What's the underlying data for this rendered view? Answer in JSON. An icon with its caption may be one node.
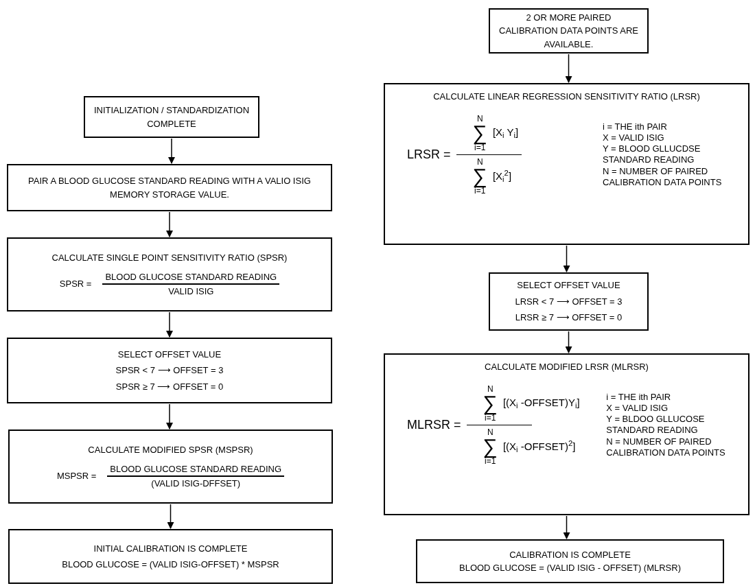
{
  "diagram": {
    "nodes": [
      {
        "text": [
          "INITIALIZATION / STANDARDIZATION COMPLETE"
        ]
      },
      {
        "text": [
          "PAIR A BLOOD GLUCOSE STANDARD READING WITH A VALIO ISIG MEMORY STORAGE VALUE."
        ]
      },
      {
        "text": [
          "CALCULATE SINGLE POINT SENSITIVITY RATIO (SPSR)",
          "SPSR =",
          "BLOOD GLUCOSE STANDARD READING",
          "VALID ISIG"
        ]
      },
      {
        "text": [
          "SELECT OFFSET VALUE",
          "SPSR < 7 ⟶ OFFSET = 3",
          "SPSR ≥ 7 ⟶ OFFSET = 0"
        ]
      },
      {
        "text": [
          "CALCULATE MODIFIED SPSR (MSPSR)",
          "MSPSR =",
          "BLOOD GLUCOSE STANDARD READING",
          "(VALID ISIG-DFFSET)"
        ]
      },
      {
        "text": [
          "INITIAL CALIBRATION IS COMPLETE",
          "BLOOD GLUCOSE = (VALID ISIG-OFFSET) * MSPSR"
        ]
      },
      {
        "text": [
          "2 OR MORE PAIRED CALIBRATION DATA POINTS ARE AVAILABLE."
        ]
      },
      {
        "text": [
          "CALCULATE LINEAR REGRESSION SENSITIVITY RATIO (LRSR)",
          "LRSR =",
          "N",
          "∑",
          "i=1",
          "[X$_{i}$ Y$_{i}$]",
          "N",
          "∑",
          "i=1",
          "[X$_{i}$$^{2}$]",
          "i = THE ith PAIR",
          "X = VALID ISIG",
          "Y = BLOOD GLLUCDSE STANDARD READING",
          "N = NUMBER OF PAIRED CALIBRATION DATA POINTS"
        ]
      },
      {
        "text": [
          "SELECT OFFSET VALUE",
          "LRSR < 7 ⟶ OFFSET = 3",
          "LRSR ≥ 7 ⟶ OFFSET = 0"
        ]
      },
      {
        "text": [
          "CALCULATE MODIFIED LRSR (MLRSR)",
          "MLRSR =",
          "N",
          "∑",
          "i=1",
          "[(X$_{i}$ -OFFSET)Y$_{i}$]",
          "N",
          "∑",
          "i=1",
          "[(X$_{i}$ -OFFSET)$^{2}$]",
          "i = THE ith PAIR",
          "X = VALID ISIG",
          "Y = BLDOO GLLUCOSE STANDARD READING",
          "N = NUMBER OF PAIRED CALIBRATION DATA POINTS"
        ]
      },
      {
        "text": [
          "CALIBRATION IS COMPLETE",
          "BLOOD GLUCOSE = (VALID ISIG - OFFSET) (MLRSR)"
        ]
      }
    ],
    "edges": [
      {
        "from": 0,
        "to": 1,
        "arrow": "to"
      },
      {
        "from": 1,
        "to": 2,
        "arrow": "to"
      },
      {
        "from": 2,
        "to": 3,
        "arrow": "to"
      },
      {
        "from": 3,
        "to": 4,
        "arrow": "to"
      },
      {
        "from": 4,
        "to": 5,
        "arrow": "to"
      },
      {
        "from": 6,
        "to": 7,
        "arrow": "to"
      },
      {
        "from": 7,
        "to": 8,
        "arrow": "to"
      },
      {
        "from": 8,
        "to": 9,
        "arrow": "to"
      },
      {
        "from": 9,
        "to": 10,
        "arrow": "to"
      }
    ]
  }
}
